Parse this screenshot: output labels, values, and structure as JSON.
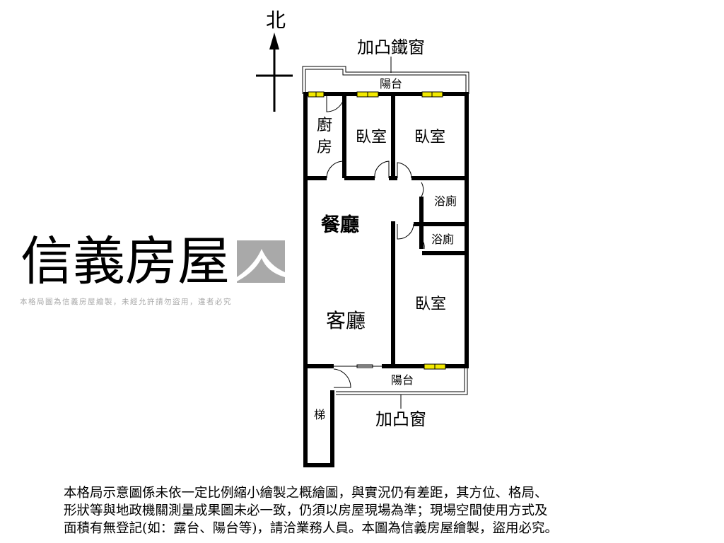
{
  "north_label": "北",
  "top_window_label": "加凸鐵窗",
  "bottom_window_label": "加凸窗",
  "rooms": {
    "top_balcony": "陽台",
    "kitchen_1": "廚",
    "kitchen_2": "房",
    "bedroom_1": "臥室",
    "bedroom_2": "臥室",
    "bathroom_1": "浴廁",
    "bathroom_2": "浴廁",
    "dining": "餐廳",
    "living": "客廳",
    "bedroom_3": "臥室",
    "bottom_balcony": "陽台",
    "stairs": "梯"
  },
  "watermark": {
    "brand": "信義房屋",
    "notice": "本格局圖為信義房屋繪製，未經允許請勿盜用，違者必究"
  },
  "colors": {
    "window": "#f2e900",
    "watermark": "#a9a9a9"
  },
  "disclaimer": [
    "本格局示意圖係未依一定比例縮小繪製之概繪圖，與實況仍有差距，其方位、格局、",
    "形狀等與地政機關測量成果圖未必一致，仍須以房屋現場為準；現場空間使用方式及",
    "面積有無登記(如：露台、陽台等)，請洽業務人員。本圖為信義房屋繪製，盜用必究。"
  ]
}
